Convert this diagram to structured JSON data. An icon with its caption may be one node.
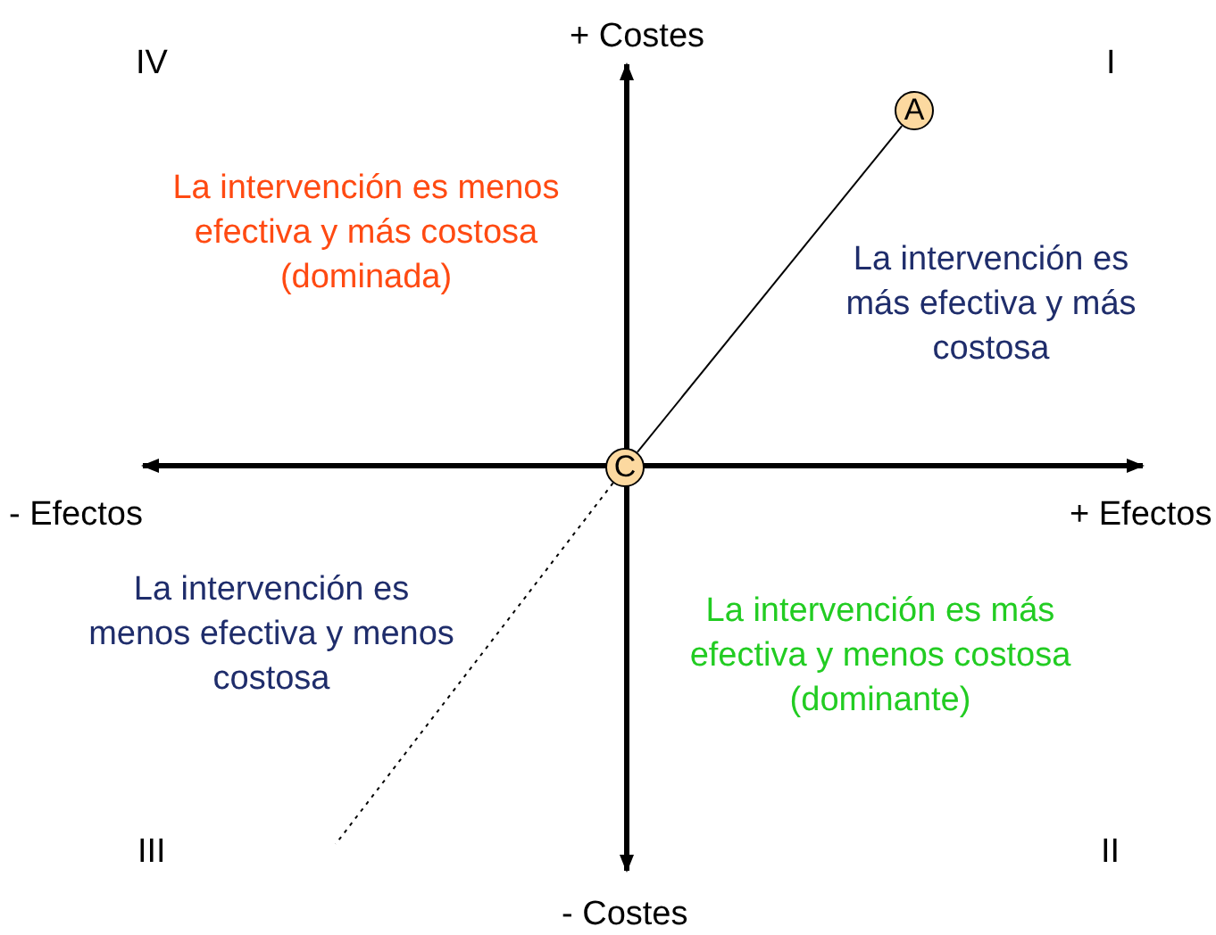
{
  "diagram": {
    "nodes": [
      {
        "text": [
          "A"
        ]
      },
      {
        "text": [
          "C"
        ]
      }
    ],
    "edges": [
      {
        "from": 1,
        "to": 0,
        "arrow": "none"
      },
      {
        "from": 1,
        "to": null,
        "arrow": "none",
        "style": "dashed"
      }
    ],
    "labels": [
      "+ Costes",
      "IV",
      "I",
      "La intervención es menos efectiva y más costosa (dominada)",
      "La intervención es más efectiva y más costosa",
      "- Efectos",
      "+ Efectos",
      "La intervención es menos efectiva y menos costosa",
      "La intervención es más efectiva y menos costosa (dominante)",
      "III",
      "II",
      "- Costes"
    ]
  }
}
